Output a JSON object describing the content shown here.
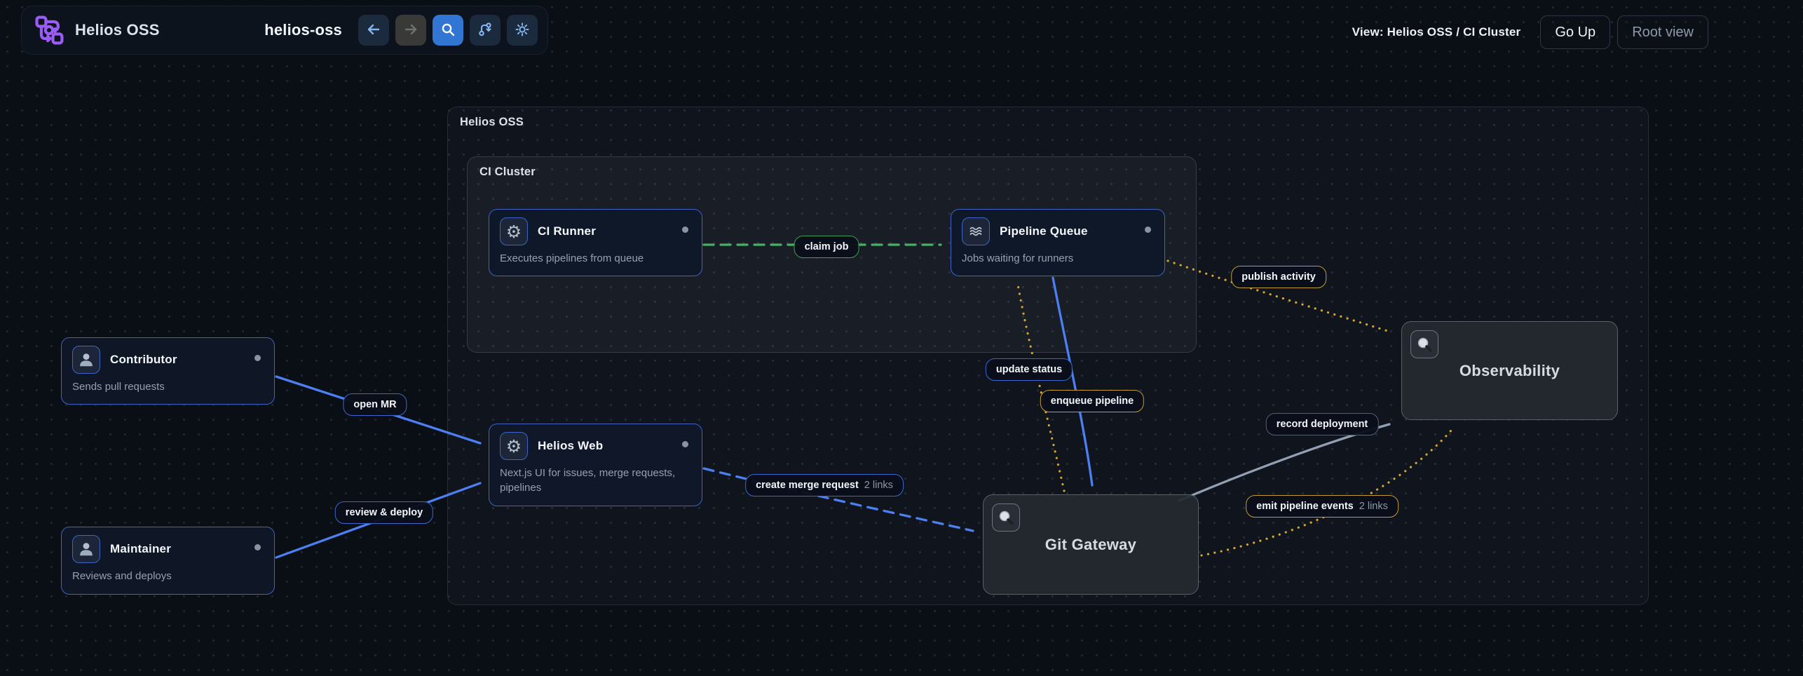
{
  "header": {
    "app_title": "Helios OSS",
    "workspace_name": "helios-oss",
    "toolbar": [
      {
        "id": "back",
        "icon": "arrow-left-icon",
        "state": "enabled"
      },
      {
        "id": "forward",
        "icon": "arrow-right-icon",
        "state": "disabled"
      },
      {
        "id": "search",
        "icon": "search-icon",
        "state": "active"
      },
      {
        "id": "branch",
        "icon": "git-branch-icon",
        "state": "enabled"
      },
      {
        "id": "theme",
        "icon": "sun-icon",
        "state": "enabled"
      }
    ]
  },
  "view_bar": {
    "view_label": "View: Helios OSS / CI Cluster",
    "go_up_label": "Go Up",
    "root_view_label": "Root view"
  },
  "containers": [
    {
      "id": "helios-oss",
      "label": "Helios OSS"
    },
    {
      "id": "ci-cluster",
      "label": "CI Cluster"
    }
  ],
  "nodes": [
    {
      "id": "ci-runner",
      "type": "service",
      "icon": "gear-icon",
      "title": "CI Runner",
      "subtitle": "Executes pipelines from queue"
    },
    {
      "id": "pipeline-queue",
      "type": "service",
      "icon": "queue-icon",
      "title": "Pipeline Queue",
      "subtitle": "Jobs waiting for runners"
    },
    {
      "id": "contributor",
      "type": "actor",
      "icon": "person-icon",
      "title": "Contributor",
      "subtitle": "Sends pull requests"
    },
    {
      "id": "maintainer",
      "type": "actor",
      "icon": "person-icon",
      "title": "Maintainer",
      "subtitle": "Reviews and deploys"
    },
    {
      "id": "helios-web",
      "type": "service",
      "icon": "gear-icon",
      "title": "Helios Web",
      "subtitle": "Next.js UI for issues, merge requests, pipelines"
    },
    {
      "id": "git-gateway",
      "type": "group",
      "icon": "magnifier-icon",
      "title": "Git Gateway"
    },
    {
      "id": "observability",
      "type": "group",
      "icon": "magnifier-icon",
      "title": "Observability"
    }
  ],
  "edges": [
    {
      "id": "claim-job",
      "label": "claim job",
      "color": "green",
      "style": "dashed"
    },
    {
      "id": "open-mr",
      "label": "open MR",
      "color": "blue",
      "style": "solid"
    },
    {
      "id": "review-deploy",
      "label": "review & deploy",
      "color": "blue",
      "style": "solid"
    },
    {
      "id": "create-merge-request",
      "label": "create merge request",
      "badge": "2 links",
      "color": "blue",
      "style": "dashed"
    },
    {
      "id": "update-status",
      "label": "update status",
      "color": "blue",
      "style": "solid"
    },
    {
      "id": "enqueue-pipeline",
      "label": "enqueue pipeline",
      "color": "yellow",
      "style": "dotted"
    },
    {
      "id": "publish-activity",
      "label": "publish activity",
      "color": "yellow",
      "style": "dotted"
    },
    {
      "id": "record-deployment",
      "label": "record deployment",
      "color": "gray",
      "style": "solid"
    },
    {
      "id": "emit-pipeline-events",
      "label": "emit pipeline events",
      "badge": "2 links",
      "color": "yellow",
      "style": "dotted"
    }
  ],
  "colors": {
    "accent_purple": "#9b5cf6",
    "edge_blue": "#4c7ff2",
    "edge_green": "#47b163",
    "edge_yellow": "#d7a62e",
    "edge_gray": "#93a0b4",
    "pill_blue": "#3b66cf",
    "pill_green": "#3f9c59",
    "pill_yellow": "#c29b33",
    "pill_gray": "#55606f",
    "node_border_blue": "#3d64c6"
  }
}
